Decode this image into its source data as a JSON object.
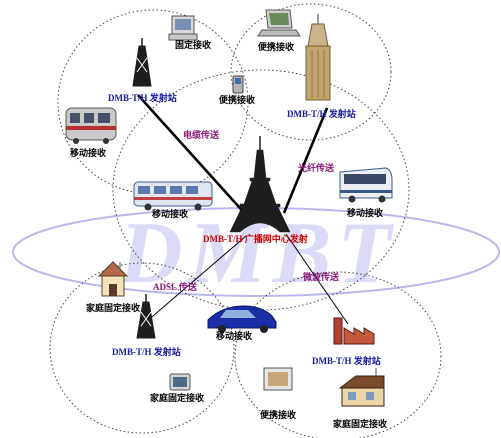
{
  "watermark": {
    "text": "DMBT",
    "color": "#b8b8ee"
  },
  "center": {
    "label": "DMB-T/H  广播网中心发射"
  },
  "links": {
    "cable": "电缆传送",
    "fiber": "光纤传送",
    "adsl": "ADSL 传送",
    "microwave": "微波传送"
  },
  "nodes": {
    "top_left": {
      "fixed": "固定接收",
      "station": "DMB-T/H 发射站",
      "mobile": "移动接收"
    },
    "top_right": {
      "portable_top": "便携接收",
      "portable_mid": "便携接收",
      "station": "DMB-T/H 发射站"
    },
    "middle": {
      "bus_left": "移动接收",
      "bus_right": "移动接收"
    },
    "bottom_left": {
      "home": "家庭固定接收",
      "station": "DMB-T/H 发射站",
      "home_tv": "家庭固定接收"
    },
    "bottom_right": {
      "car": "移动接收",
      "station": "DMB-T/H 发射站",
      "portable": "便携接收",
      "home": "家庭固定接收"
    }
  },
  "colors": {
    "black": "#000000",
    "blue_label": "#1a1aa0",
    "red_label": "#cc0000",
    "purple_label": "#8a1a78",
    "tower": "#1e1e1e",
    "car": "#1a2ea8",
    "bus": "#3b5a8c",
    "building": "#b09060"
  }
}
